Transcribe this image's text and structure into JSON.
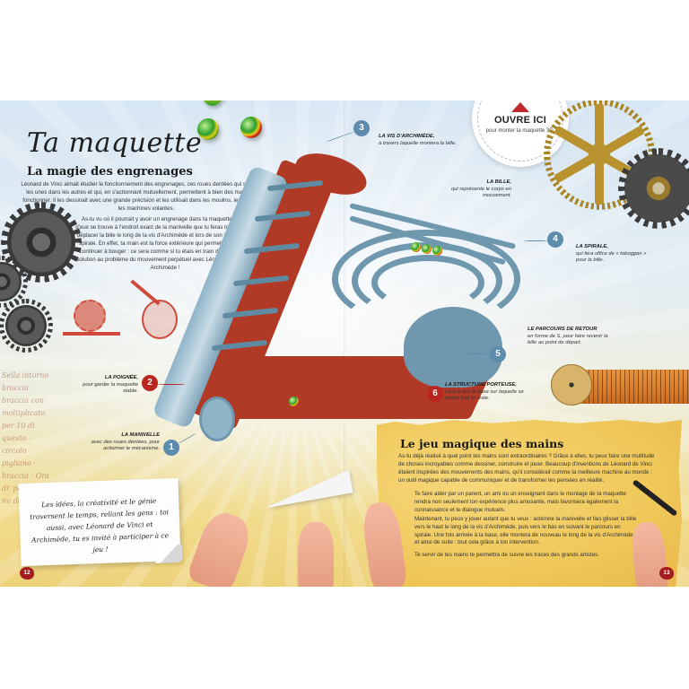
{
  "left_page": {
    "title": "Ta maquette",
    "section_heading": "La magie des engrenages",
    "intro_paragraph_1": "Léonard de Vinci aimait étudier le fonctionnement des engrenages, ces roues dentées qui s'emboîtent les unes dans les autres et qui, en s'actionnant mutuellement, permettent à bien des machines de fonctionner. Il les dessinait avec une grande précision et les utilisait dans les moulins, les horloges et les machines volantes.",
    "intro_paragraph_2": "As-tu vu où il pourrait y avoir un engrenage dans ta maquette ? L'un d'eux se trouve à l'endroit exact de la manivelle que tu feras tourner pour déplacer la bille le long de la vis d'Archimède et lors de son parcours en spirale. En effet, ta main est la force extérieure qui permet à la bille de continuer à bouger : ce sera comme si tu étais en train de chercher la solution au problème du mouvement perpétuel avec Léonard de Vinci et Archimède !",
    "note_text": "Les idées, la créativité et le génie traversent le temps, reliant les gens : toi aussi, avec Léonard de Vinci et Archimède, tu es invité à participer à ce jeu !",
    "page_number": "12",
    "background_handwriting": "Sella intorno braccia · braccia con moltiplicato per 10 di questo · circolo pigliano · braccia · Ora di' per la che mi darà 10"
  },
  "open_badge": {
    "title": "OUVRE ICI",
    "subtitle": "pour monter ta maquette 3D.",
    "accent_color": "#c0272d"
  },
  "callouts": [
    {
      "number": "1",
      "title": "La manivelle",
      "text": "avec des roues dentées, pour actionner le mécanisme.",
      "color": "#5d8cad"
    },
    {
      "number": "2",
      "title": "La poignée,",
      "text": "pour garder la maquette stable.",
      "color": "#b9261f"
    },
    {
      "number": "3",
      "title": "La vis d'Archimède,",
      "text": "à travers laquelle montera la bille.",
      "color": "#5d8cad"
    },
    {
      "title": "La bille,",
      "text": "qui représente le corps en mouvement."
    },
    {
      "number": "4",
      "title": "La spirale,",
      "text": "qui fera office de « toboggan » pour la bille.",
      "color": "#5d8cad"
    },
    {
      "number": "5",
      "title": "Le parcours de retour",
      "text": "en forme de S, pour faire revenir la bille au point de départ.",
      "color": "#5d8cad"
    },
    {
      "number": "6",
      "title": "La structure porteuse,",
      "text": "c'est-à-dire la base sur laquelle se monte tout le reste.",
      "color": "#b9261f"
    }
  ],
  "right_page": {
    "section_heading": "Le jeu magique des mains",
    "paragraph_1": "As-tu déjà réalisé à quel point tes mains sont extraordinaires ? Grâce à elles, tu peux faire une multitude de choses incroyables comme dessiner, construire et jouer. Beaucoup d'inventions de Léonard de Vinci étaient inspirées des mouvements des mains, qu'il considérait comme la meilleure machine au monde : un outil magique capable de communiquer et de transformer les pensées en réalité.",
    "paragraph_2": "Te faire aider par un parent, un ami ou un enseignant dans le montage de ta maquette rendra non seulement ton expérience plus amusante, mais favorisera également la connaissance et le dialogue mutuels.",
    "paragraph_3": "Maintenant, tu peux y jouer autant que tu veux : actionne la manivelle et fais glisser la bille vers le haut le long de la vis d'Archimède, puis vers le bas en suivant le parcours en spirale. Une fois arrivée à la base, elle montera de nouveau le long de la vis d'Archimède, et ainsi de suite : tout cela grâce à ton intervention.",
    "paragraph_4": "Te servir de tes mains te permettra de suivre les traces des grands artistes.",
    "page_number": "13"
  },
  "colors": {
    "model_red": "#b13a26",
    "model_blue": "#6f97ae",
    "parchment": "#f0c85a",
    "page_number_red": "#a51c1c"
  }
}
